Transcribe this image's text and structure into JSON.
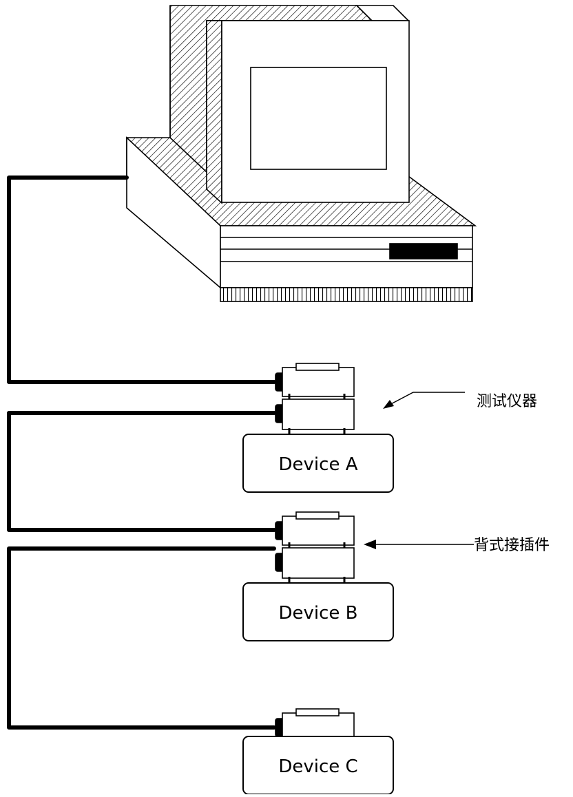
{
  "devices": [
    {
      "label": "Device A"
    },
    {
      "label": "Device B"
    },
    {
      "label": "Device C"
    }
  ],
  "callouts": {
    "instrument": "测试仪器",
    "connector": "背式接插件"
  },
  "colors": {
    "ink": "#000000",
    "background": "#ffffff"
  }
}
